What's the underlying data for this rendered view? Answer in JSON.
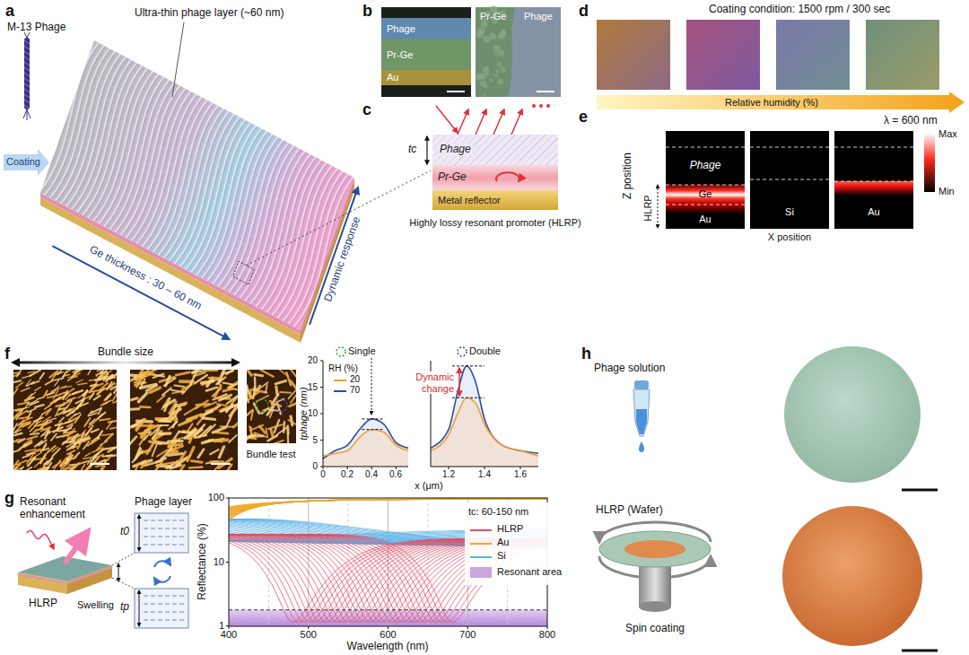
{
  "diagram": {
    "nodes": [
      {
        "text": [
          "Phage"
        ]
      },
      {
        "text": [
          "Pr-Ge"
        ]
      },
      {
        "text": [
          "Au"
        ]
      },
      {
        "text": [
          "Phage"
        ]
      },
      {
        "text": [
          "Pr-Ge"
        ]
      },
      {
        "text": [
          "Metal reflector"
        ]
      }
    ],
    "labels": [
      "a",
      "M-13 Phage",
      "Coating",
      "Ultra-thin phage layer (~60 nm)",
      "Ge thickness : 30 – 60 nm",
      "Dynamic response",
      "b",
      "Pr-Ge",
      "Phage",
      "c",
      "tc",
      "Highly lossy resonant promoter (HLRP)",
      "d",
      "Coating condition: 1500 rpm / 300 sec",
      "Relative humidity (%)",
      "e",
      "λ = 600 nm",
      "Max",
      "Min",
      "Z position",
      "HLRP",
      "Phage",
      "Ge",
      "Au",
      "Si",
      "Au",
      "X position",
      "f",
      "Bundle size",
      "Bundle test",
      "Single",
      "Double",
      "RH (%)",
      "tphage (nm)",
      "0",
      "5",
      "10",
      "15",
      "20",
      "0",
      "0.2",
      "0.4",
      "0.6",
      "1.2",
      "1.4",
      "1.6",
      "x (μm)",
      "Dynamic change",
      "g",
      "Resonant enhancement",
      "Phage layer",
      "Swelling",
      "HLRP",
      "t0",
      "tp",
      "Reflectance (%)",
      "100",
      "10",
      "1",
      "400",
      "500",
      "600",
      "700",
      "800",
      "Wavelength (nm)",
      "tc: 60-150 nm",
      "h",
      "Phage solution",
      "HLRP (Wafer)",
      "Spin coating"
    ],
    "legend": [
      {
        "text": "20"
      },
      {
        "text": "70"
      },
      {
        "text": "HLRP"
      },
      {
        "text": "Au"
      },
      {
        "text": "Si"
      },
      {
        "text": "Resonant area",
        "color": "#c8a6e0"
      }
    ]
  }
}
